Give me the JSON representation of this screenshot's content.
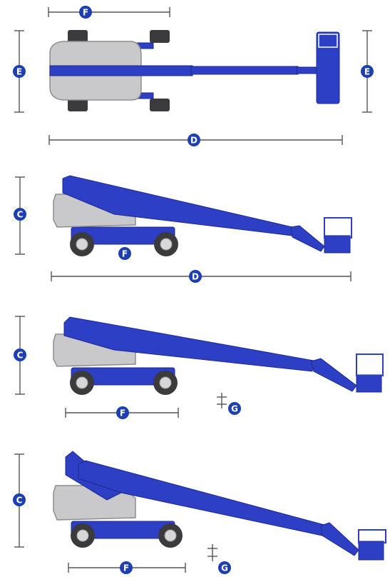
{
  "colors": {
    "boom": "#2d3fc4",
    "boom_dark": "#1f2b8f",
    "body": "#c9c9cb",
    "body_dark": "#8d8d90",
    "tire": "#3b3b3e",
    "tire_rim": "#d7d7d9",
    "dim_line": "#555555",
    "badge": "#1d3fb0"
  },
  "labels": {
    "F": "F",
    "E": "E",
    "D": "D",
    "C": "C",
    "G": "G"
  }
}
